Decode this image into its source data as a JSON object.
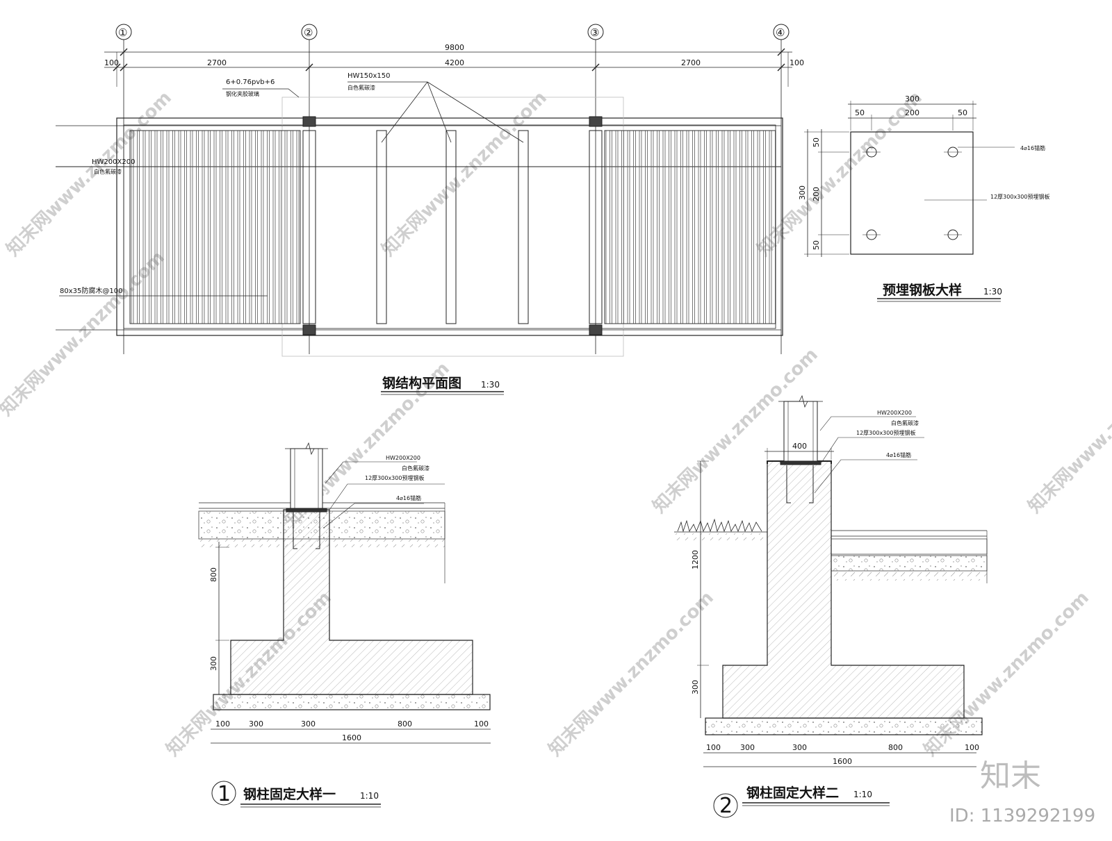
{
  "plan": {
    "grid_labels": [
      "①",
      "②",
      "③",
      "④"
    ],
    "dims_total": "9800",
    "dims_left_edge": "100",
    "dims_right_edge": "100",
    "dims_bay1": "2700",
    "dims_bay2": "4200",
    "dims_bay3": "2700",
    "glass_spec": "6+0.76pvb+6",
    "glass_desc": "钢化夹胶玻璃",
    "beam_small_spec": "HW150x150",
    "beam_small_desc": "白色氟碳漆",
    "beam_main_spec": "HW200X200",
    "beam_main_desc": "白色氟碳漆",
    "wood_spec": "80x35防腐木@100",
    "title": "钢结构平面图",
    "scale": "1:30"
  },
  "plate": {
    "dim_top": "300",
    "dim_a": "50",
    "dim_b": "200",
    "dim_c": "50",
    "dim_side": "300",
    "dim_sa": "50",
    "dim_sb": "200",
    "dim_sc": "50",
    "anchor_note": "4⌀16锚筋",
    "plate_note": "12厚300x300预埋钢板",
    "title": "预埋钢板大样",
    "scale": "1:30"
  },
  "detail1": {
    "col_spec": "HW200X200",
    "col_desc": "白色氟碳漆",
    "plate_note": "12厚300x300预埋钢板",
    "anchor_note": "4⌀16锚筋",
    "dim_v1": "800",
    "dim_v2": "300",
    "dim_h1": "100",
    "dim_h2": "300",
    "dim_h3": "300",
    "dim_h4": "800",
    "dim_h5": "100",
    "dim_total": "1600",
    "number": "1",
    "title": "钢柱固定大样一",
    "scale": "1:10"
  },
  "detail2": {
    "col_spec": "HW200X200",
    "col_desc": "白色氟碳漆",
    "plate_note": "12厚300x300预埋钢板",
    "anchor_note": "4⌀16锚筋",
    "dim_top": "400",
    "dim_v1": "1200",
    "dim_v2": "300",
    "dim_h1": "100",
    "dim_h2": "300",
    "dim_h3": "300",
    "dim_h4": "800",
    "dim_h5": "100",
    "dim_total": "1600",
    "number": "2",
    "title": "钢柱固定大样二",
    "scale": "1:10"
  },
  "watermark": {
    "text": "知末网www.znzmo.com",
    "brand": "知末",
    "id": "ID: 1139292199"
  }
}
